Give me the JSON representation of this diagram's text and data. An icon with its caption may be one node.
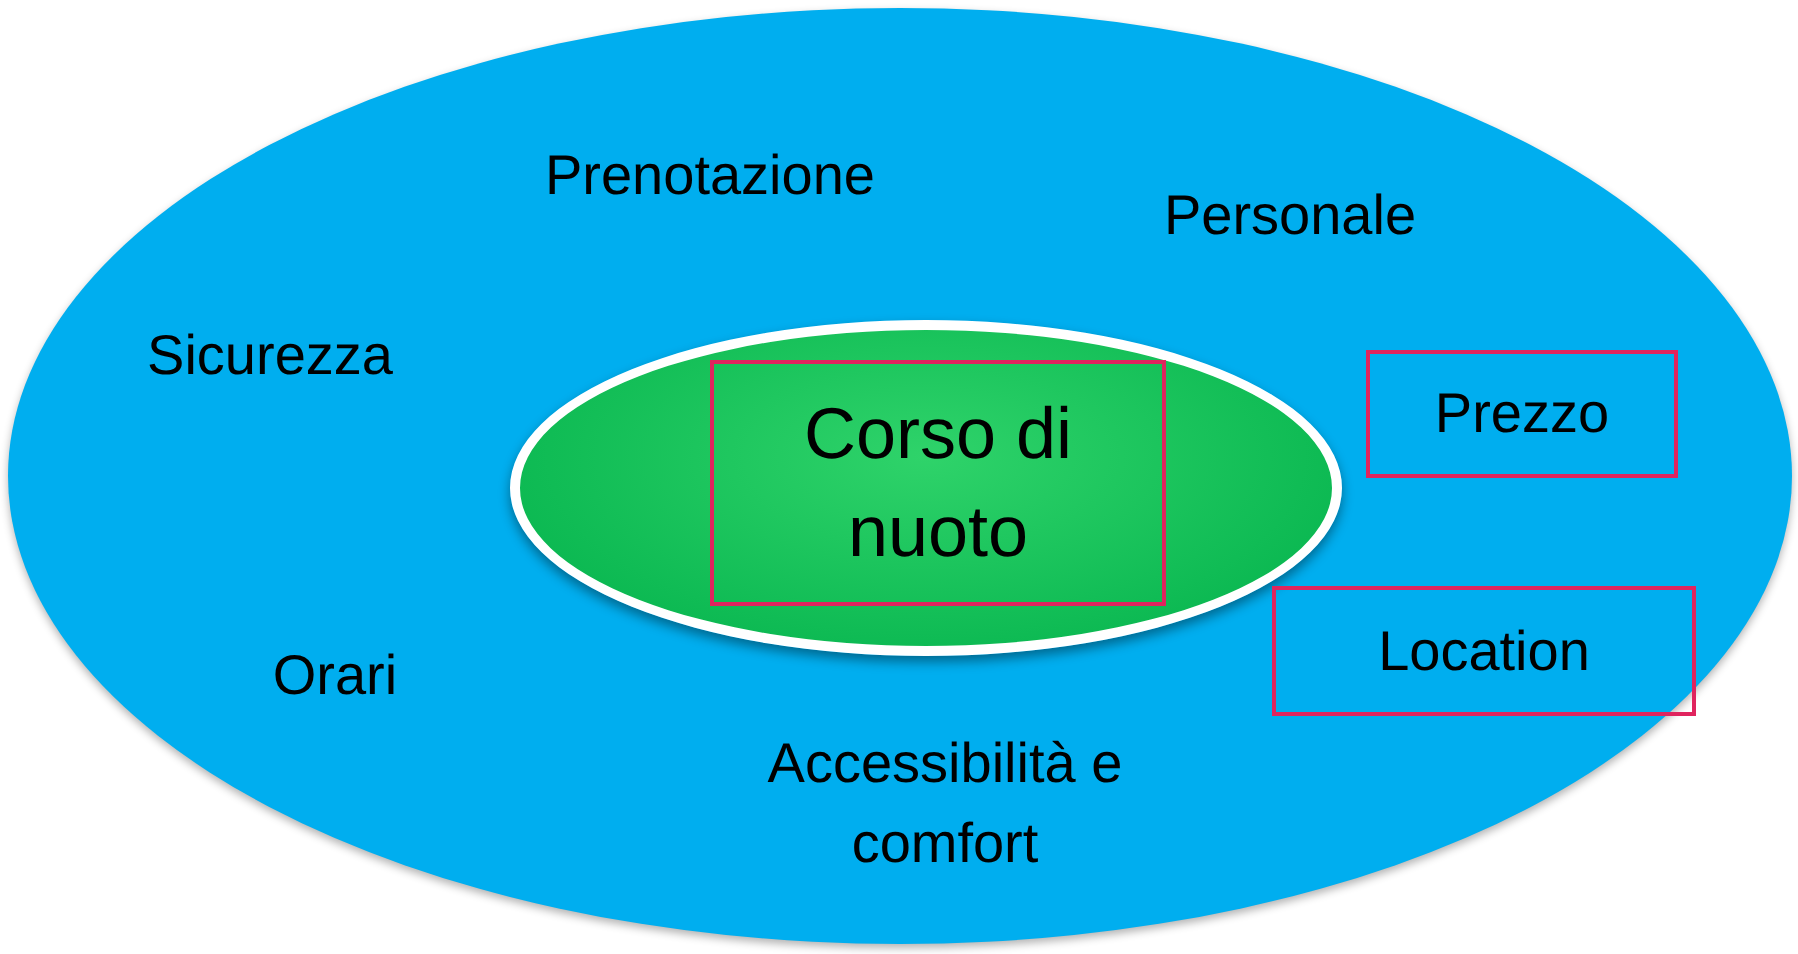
{
  "diagram": {
    "nodes": [
      {
        "text": [],
        "shape": "ellipse"
      },
      {
        "text": [],
        "shape": "ellipse",
        "in": 0
      },
      {
        "text": [
          "Corso di nuoto"
        ],
        "in": 1
      },
      {
        "text": [
          "Prezzo"
        ],
        "in": 0
      },
      {
        "text": [
          "Location"
        ],
        "in": 0
      }
    ],
    "labels": [
      "Prenotazione",
      "Personale",
      "Sicurezza",
      "Orari",
      "Accessibilità e comfort"
    ]
  }
}
